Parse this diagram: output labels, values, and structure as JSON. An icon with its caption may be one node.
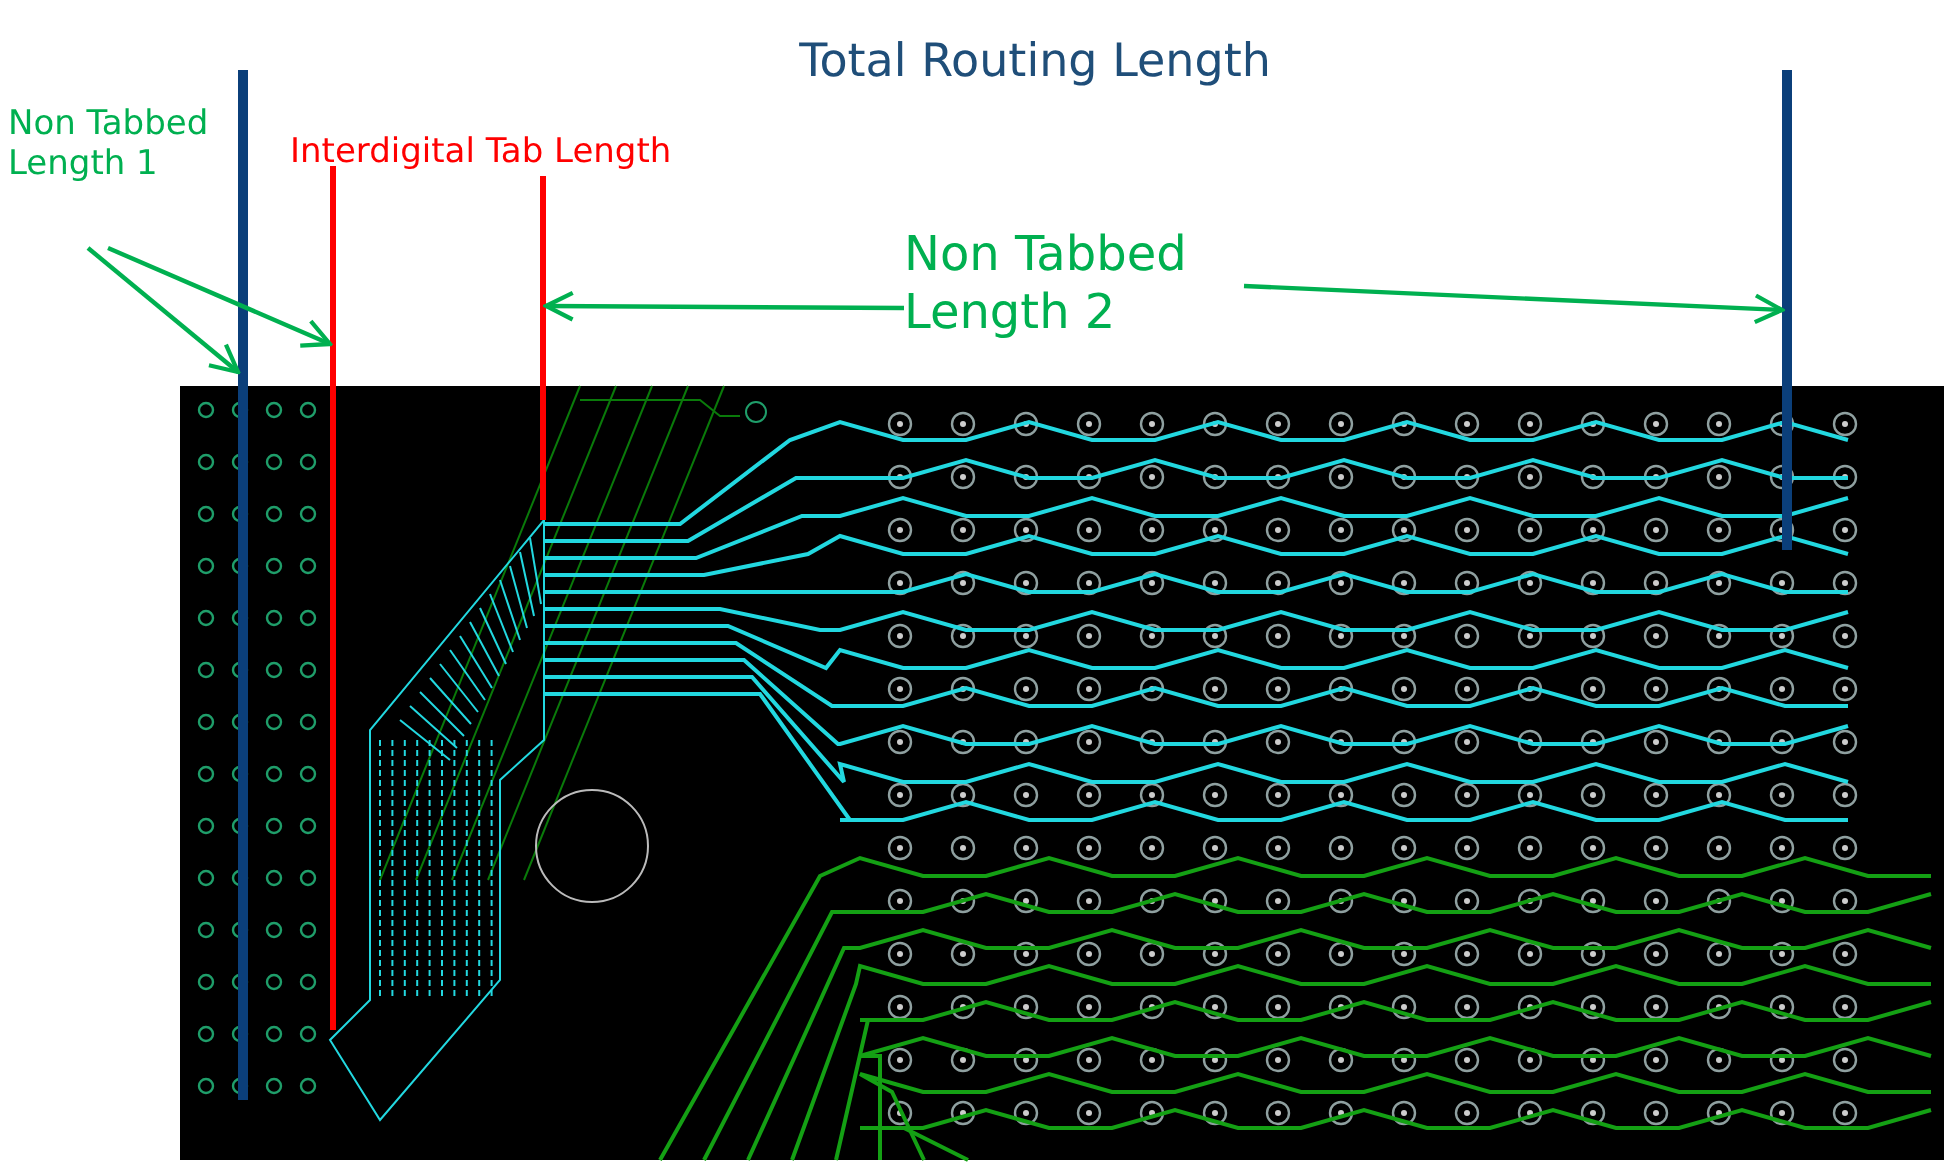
{
  "diagram": {
    "title": "Total Routing Length",
    "nodes": [
      {
        "text": [
          "Non Tabbed Length 1"
        ]
      },
      {
        "text": [
          "Non Tabbed Length 2"
        ]
      },
      {
        "text": [],
        "shape": "line"
      },
      {
        "text": [],
        "shape": "line"
      },
      {
        "text": [],
        "shape": "line"
      },
      {
        "text": [],
        "shape": "line"
      }
    ],
    "edges": [
      {
        "from": 0,
        "to": 2,
        "arrow": "to"
      },
      {
        "from": 0,
        "to": 3,
        "arrow": "to"
      },
      {
        "from": 1,
        "to": 4,
        "arrow": "to"
      },
      {
        "from": 1,
        "to": 5,
        "arrow": "to"
      }
    ],
    "labels": [
      "Interdigital Tab Length"
    ]
  }
}
